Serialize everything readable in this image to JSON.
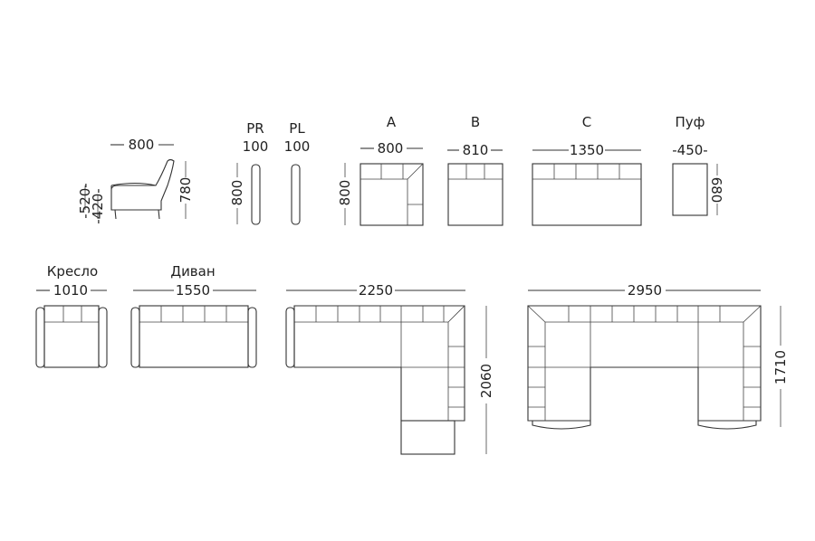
{
  "labels": {
    "pr": "PR",
    "pl": "PL",
    "a": "A",
    "b": "B",
    "c": "C",
    "puf": "Пуф",
    "kreslo": "Кресло",
    "divan": "Диван"
  },
  "dims": {
    "chair_width": "800",
    "chair_seat": "-520-",
    "chair_inner": "-420-",
    "chair_height": "780",
    "pr_thickness": "100",
    "pr_height": "800",
    "pl_thickness": "100",
    "a_width": "800",
    "a_height": "800",
    "b_width": "810",
    "c_width": "1350",
    "puf_width": "-450-",
    "puf_height": "680",
    "kreslo_width": "1010",
    "divan_width": "1550",
    "corner_width": "2250",
    "corner_height": "2060",
    "u_width": "2950",
    "u_height": "1710"
  }
}
